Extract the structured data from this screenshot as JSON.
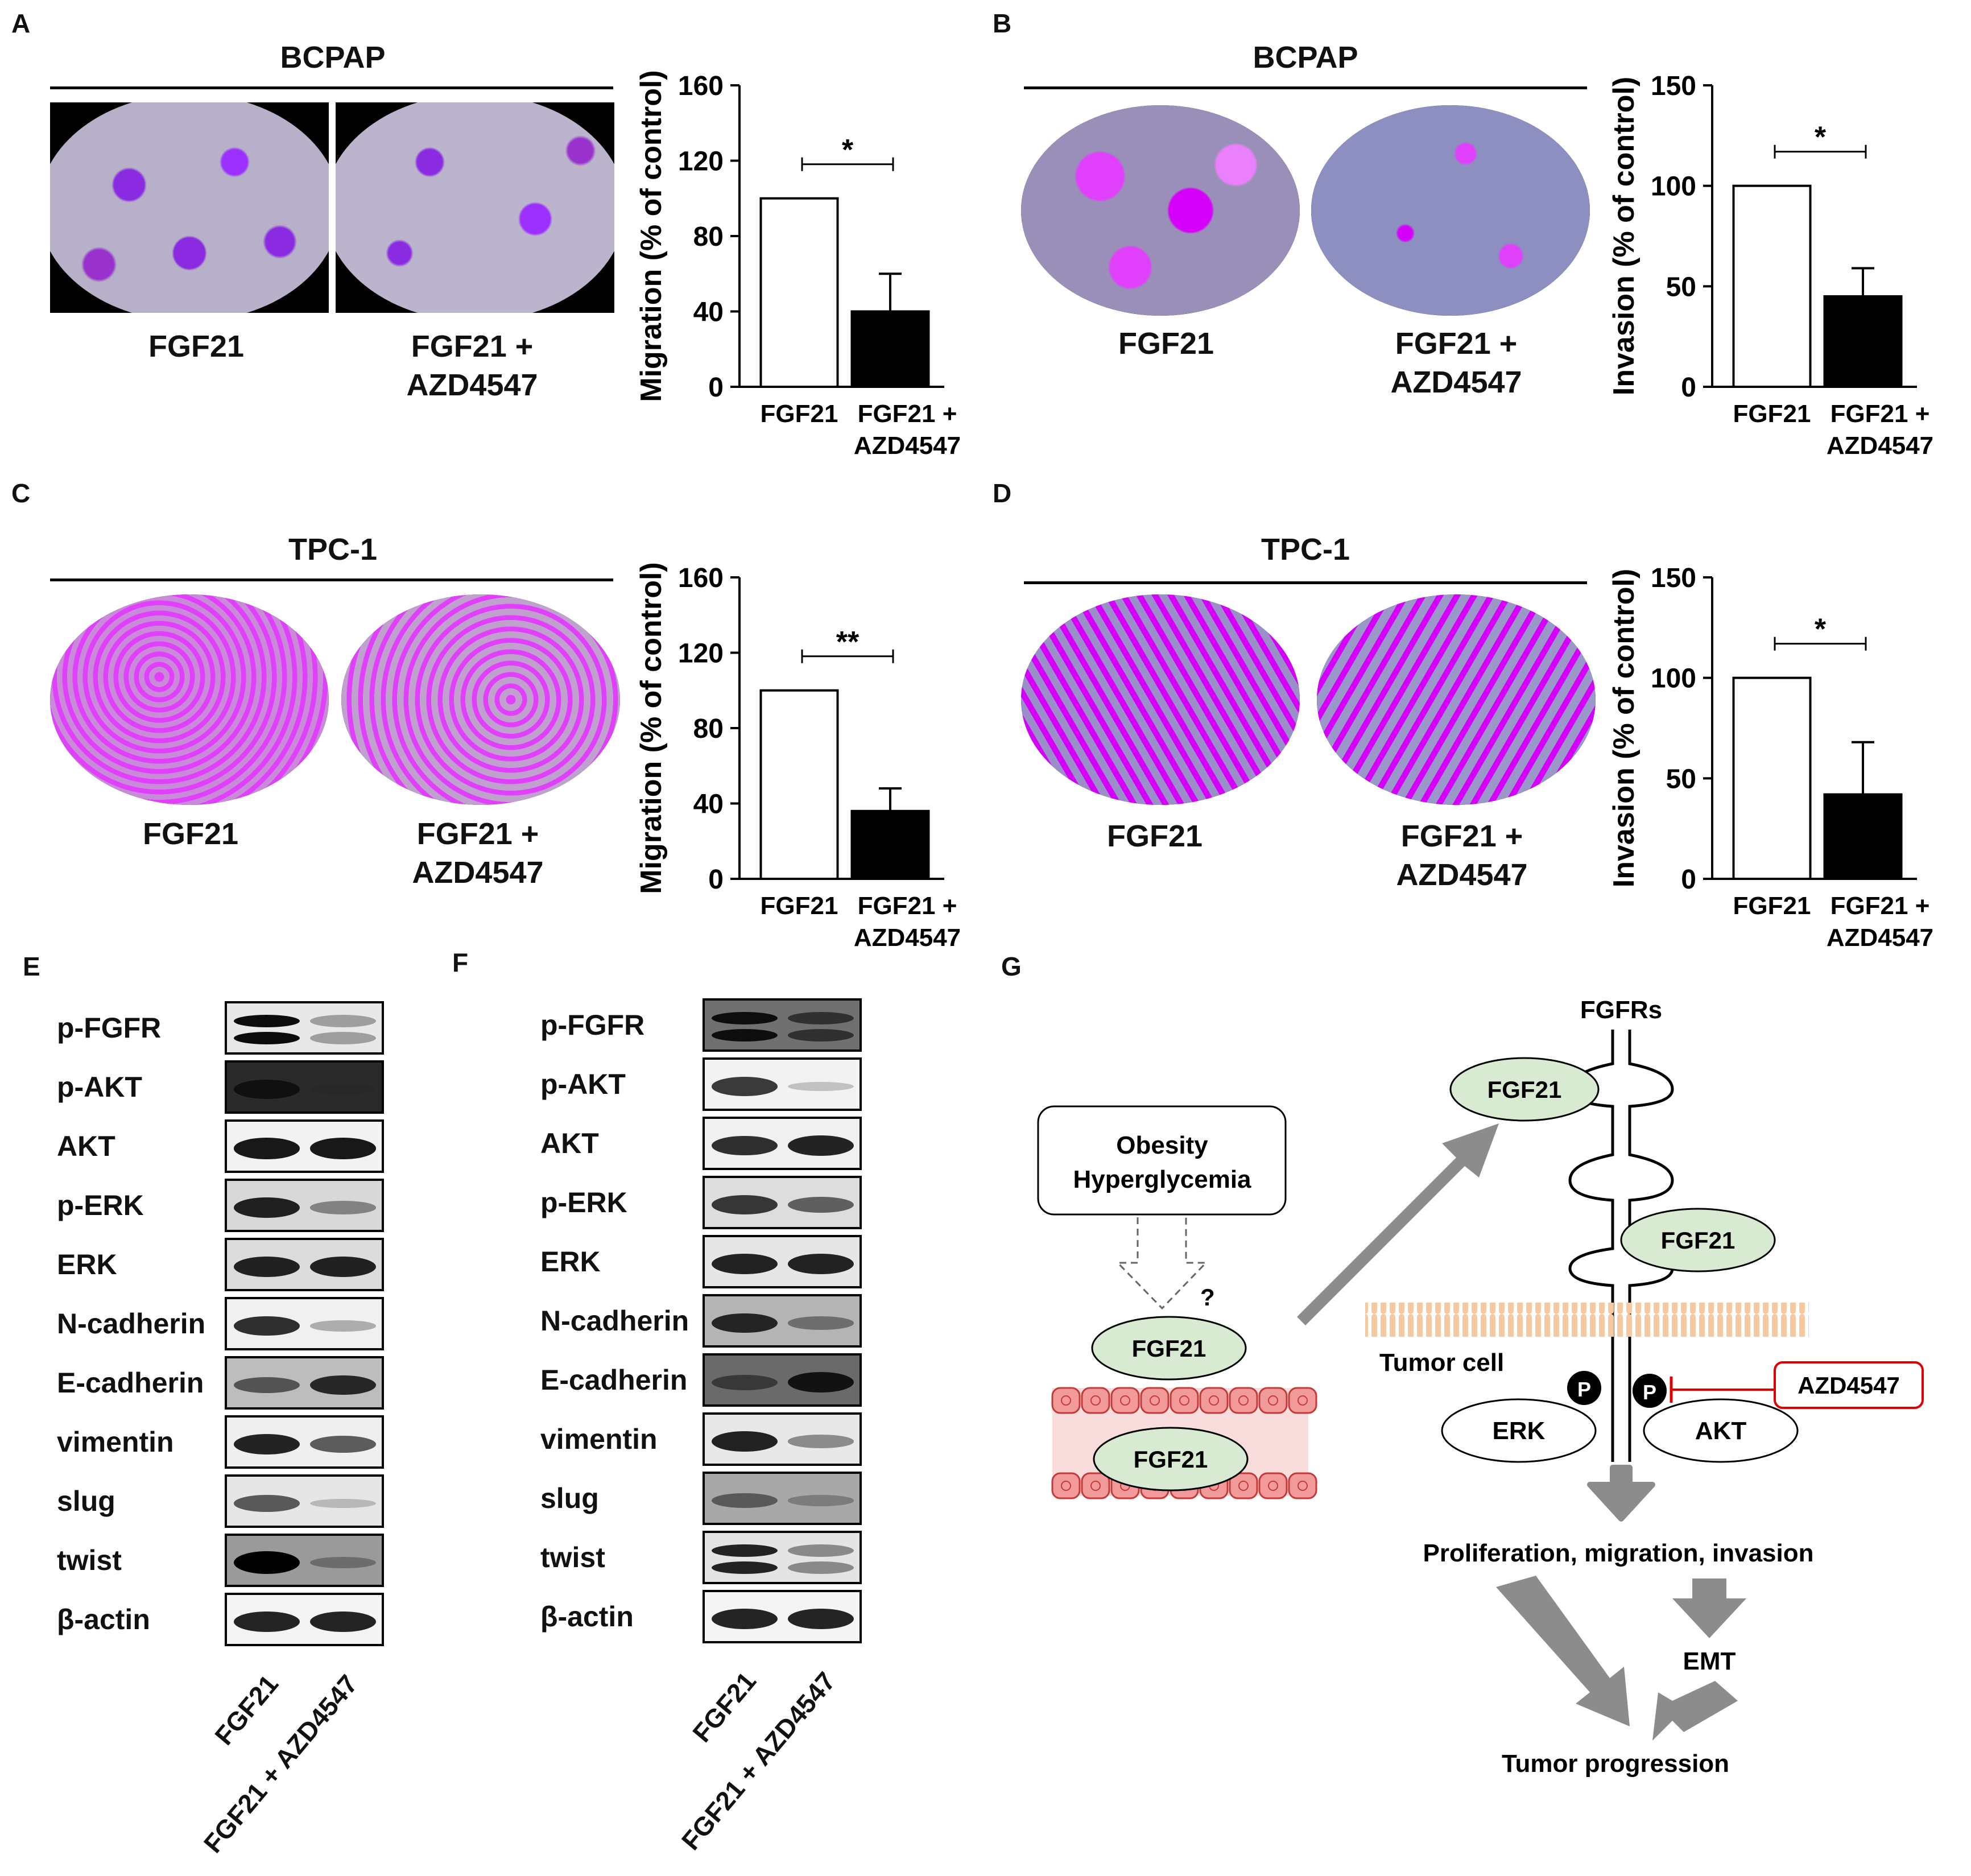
{
  "panels": {
    "A": {
      "label": "A",
      "cell_line": "BCPAP",
      "img1_caption": "FGF21",
      "img2_caption_1": "FGF21 +",
      "img2_caption_2": "AZD4547"
    },
    "B": {
      "label": "B",
      "cell_line": "BCPAP",
      "img1_caption": "FGF21",
      "img2_caption_1": "FGF21 +",
      "img2_caption_2": "AZD4547"
    },
    "C": {
      "label": "C",
      "cell_line": "TPC-1",
      "img1_caption": "FGF21",
      "img2_caption_1": "FGF21 +",
      "img2_caption_2": "AZD4547"
    },
    "D": {
      "label": "D",
      "cell_line": "TPC-1",
      "img1_caption": "FGF21",
      "img2_caption_1": "FGF21 +",
      "img2_caption_2": "AZD4547"
    },
    "E": {
      "label": "E"
    },
    "F": {
      "label": "F"
    },
    "G": {
      "label": "G"
    }
  },
  "chart_data": [
    {
      "id": "A",
      "type": "bar",
      "ylabel": "Migration (% of control)",
      "categories": [
        "FGF21",
        "FGF21 + AZD4547"
      ],
      "cat_line1": [
        "FGF21",
        "FGF21 +"
      ],
      "cat_line2": [
        "",
        "AZD4547"
      ],
      "values": [
        100,
        40
      ],
      "errors": [
        0,
        20
      ],
      "ylim": [
        0,
        160
      ],
      "yticks": [
        0,
        40,
        80,
        120,
        160
      ],
      "significance": "*"
    },
    {
      "id": "B",
      "type": "bar",
      "ylabel": "Invasion (% of control)",
      "categories": [
        "FGF21",
        "FGF21 + AZD4547"
      ],
      "cat_line1": [
        "FGF21",
        "FGF21 +"
      ],
      "cat_line2": [
        "",
        "AZD4547"
      ],
      "values": [
        100,
        45
      ],
      "errors": [
        0,
        14
      ],
      "ylim": [
        0,
        150
      ],
      "yticks": [
        0,
        50,
        100,
        150
      ],
      "significance": "*"
    },
    {
      "id": "C",
      "type": "bar",
      "ylabel": "Migration (% of control)",
      "categories": [
        "FGF21",
        "FGF21 + AZD4547"
      ],
      "cat_line1": [
        "FGF21",
        "FGF21 +"
      ],
      "cat_line2": [
        "",
        "AZD4547"
      ],
      "values": [
        100,
        36
      ],
      "errors": [
        0,
        12
      ],
      "ylim": [
        0,
        160
      ],
      "yticks": [
        0,
        40,
        80,
        120,
        160
      ],
      "significance": "**"
    },
    {
      "id": "D",
      "type": "bar",
      "ylabel": "Invasion (% of control)",
      "categories": [
        "FGF21",
        "FGF21 + AZD4547"
      ],
      "cat_line1": [
        "FGF21",
        "FGF21 +"
      ],
      "cat_line2": [
        "",
        "AZD4547"
      ],
      "values": [
        100,
        42
      ],
      "errors": [
        0,
        26
      ],
      "ylim": [
        0,
        150
      ],
      "yticks": [
        0,
        50,
        100,
        150
      ],
      "significance": "*"
    }
  ],
  "blots": {
    "E": {
      "rows": [
        {
          "label": "p-FGFR",
          "i1": 0.95,
          "i2": 0.25,
          "bg": "#e8e8e8",
          "double": true
        },
        {
          "label": "p-AKT",
          "i1": 0.75,
          "i2": 0.15,
          "bg": "#2a2a2a",
          "double": false
        },
        {
          "label": "AKT",
          "i1": 0.9,
          "i2": 0.9,
          "bg": "#f2f2f2",
          "double": false
        },
        {
          "label": "p-ERK",
          "i1": 0.85,
          "i2": 0.35,
          "bg": "#d8d8d8",
          "double": false
        },
        {
          "label": "ERK",
          "i1": 0.85,
          "i2": 0.85,
          "bg": "#dcdcdc",
          "double": false
        },
        {
          "label": "N-cadherin",
          "i1": 0.8,
          "i2": 0.2,
          "bg": "#f0f0f0",
          "double": false
        },
        {
          "label": "E-cadherin",
          "i1": 0.55,
          "i2": 0.8,
          "bg": "#bdbdbd",
          "double": false
        },
        {
          "label": "vimentin",
          "i1": 0.85,
          "i2": 0.6,
          "bg": "#efefef",
          "double": false
        },
        {
          "label": "slug",
          "i1": 0.6,
          "i2": 0.1,
          "bg": "#e6e6e6",
          "double": false
        },
        {
          "label": "twist",
          "i1": 1.0,
          "i2": 0.25,
          "bg": "#9a9a9a",
          "double": false
        },
        {
          "label": "β-actin",
          "i1": 0.85,
          "i2": 0.85,
          "bg": "#f4f4f4",
          "double": false
        }
      ],
      "lanes": [
        "FGF21",
        "FGF21 + AZD4547"
      ]
    },
    "F": {
      "rows": [
        {
          "label": "p-FGFR",
          "i1": 0.9,
          "i2": 0.6,
          "bg": "#707070",
          "double": true
        },
        {
          "label": "p-AKT",
          "i1": 0.75,
          "i2": 0.1,
          "bg": "#f2f2f2",
          "double": false
        },
        {
          "label": "AKT",
          "i1": 0.8,
          "i2": 0.85,
          "bg": "#f0f0f0",
          "double": false
        },
        {
          "label": "p-ERK",
          "i1": 0.75,
          "i2": 0.55,
          "bg": "#dddddd",
          "double": false
        },
        {
          "label": "ERK",
          "i1": 0.85,
          "i2": 0.85,
          "bg": "#e6e6e6",
          "double": false
        },
        {
          "label": "N-cadherin",
          "i1": 0.8,
          "i2": 0.35,
          "bg": "#b4b4b4",
          "double": false
        },
        {
          "label": "E-cadherin",
          "i1": 0.5,
          "i2": 0.85,
          "bg": "#6a6a6a",
          "double": false
        },
        {
          "label": "vimentin",
          "i1": 0.85,
          "i2": 0.35,
          "bg": "#e8e8e8",
          "double": false
        },
        {
          "label": "slug",
          "i1": 0.45,
          "i2": 0.2,
          "bg": "#a8a8a8",
          "double": false
        },
        {
          "label": "twist",
          "i1": 0.85,
          "i2": 0.35,
          "bg": "#e4e4e4",
          "double": true
        },
        {
          "label": "β-actin",
          "i1": 0.85,
          "i2": 0.85,
          "bg": "#f4f4f4",
          "double": false
        }
      ],
      "lanes": [
        "FGF21",
        "FGF21 + AZD4547"
      ]
    }
  },
  "diagram": {
    "fgfrs": "FGFRs",
    "fgf21": "FGF21",
    "obesity_1": "Obesity",
    "obesity_2": "Hyperglycemia",
    "question": "?",
    "tumor_cell": "Tumor cell",
    "p": "P",
    "erk": "ERK",
    "akt": "AKT",
    "azd": "AZD4547",
    "outcomes": "Proliferation, migration, invasion",
    "emt": "EMT",
    "progression": "Tumor progression",
    "colors": {
      "ellipse_fill": "#d9ead3",
      "arrow": "#8c8c8c",
      "inhibitor": "#e00000",
      "vessel": "#f4b6b6",
      "membrane": "#f8c8a0"
    }
  }
}
